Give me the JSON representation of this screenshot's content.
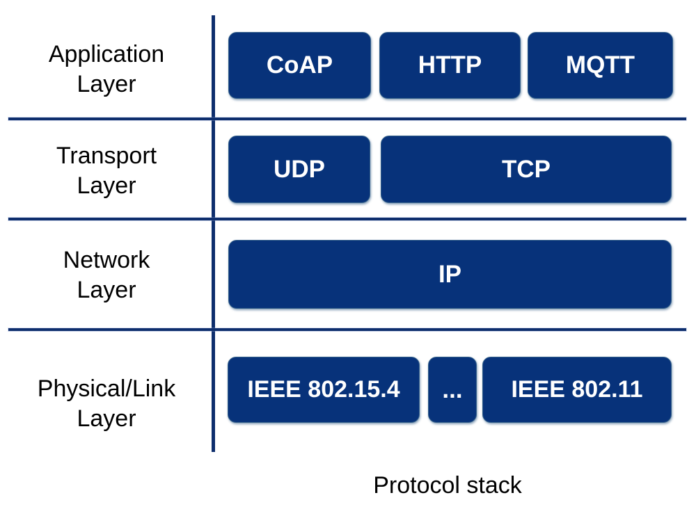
{
  "caption": "Protocol stack",
  "colors": {
    "box_fill": "#07327a",
    "divider_line": "#0e2e6d",
    "box_text": "#ffffff",
    "label_text": "#000000",
    "background": "#ffffff"
  },
  "rows": [
    {
      "label_line1": "Application",
      "label_line2": "Layer",
      "boxes": [
        {
          "label": "CoAP"
        },
        {
          "label": "HTTP"
        },
        {
          "label": "MQTT"
        }
      ]
    },
    {
      "label_line1": "Transport",
      "label_line2": "Layer",
      "boxes": [
        {
          "label": "UDP"
        },
        {
          "label": "TCP"
        }
      ]
    },
    {
      "label_line1": "Network",
      "label_line2": "Layer",
      "boxes": [
        {
          "label": "IP"
        }
      ]
    },
    {
      "label_line1": "Physical/Link",
      "label_line2": "Layer",
      "boxes": [
        {
          "label": "IEEE 802.15.4"
        },
        {
          "label": "..."
        },
        {
          "label": "IEEE 802.11"
        }
      ]
    }
  ]
}
